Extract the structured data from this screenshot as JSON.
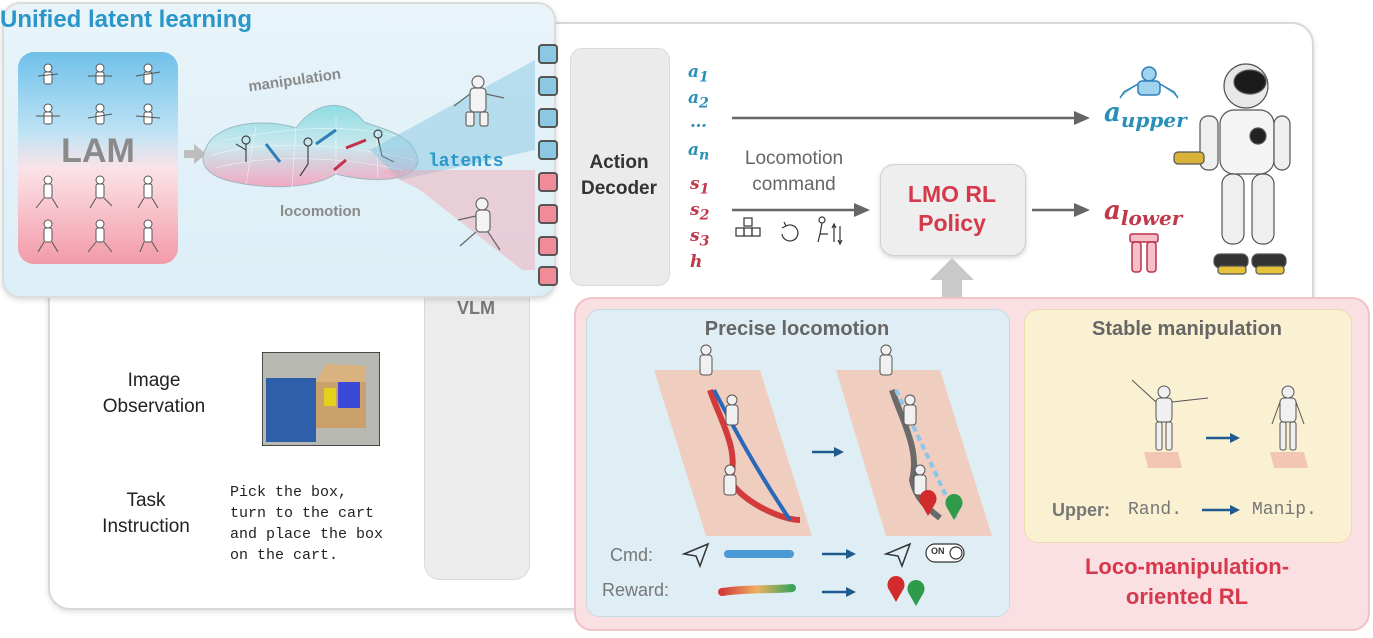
{
  "unified": {
    "title": "Unified latent learning",
    "lam": "LAM",
    "manipulation": "manipulation",
    "locomotion": "locomotion",
    "latents": "latents"
  },
  "vlm": {
    "label": "VLM"
  },
  "decoder": {
    "line1": "Action",
    "line2": "Decoder"
  },
  "actions": {
    "a1": "a",
    "a1_sub": "1",
    "a2": "a",
    "a2_sub": "2",
    "dots": "…",
    "an": "a",
    "an_sub": "n",
    "s1": "s",
    "s1_sub": "1",
    "s2": "s",
    "s2_sub": "2",
    "s3": "s",
    "s3_sub": "3",
    "h": "h"
  },
  "locomotion_command": {
    "line1": "Locomotion",
    "line2": "command"
  },
  "policy": {
    "line1": "LMO RL",
    "line2": "Policy"
  },
  "outputs": {
    "upper_a": "a",
    "upper_sub": "upper",
    "lower_a": "a",
    "lower_sub": "lower"
  },
  "inputs": {
    "image_label_1": "Image",
    "image_label_2": "Observation",
    "task_label_1": "Task",
    "task_label_2": "Instruction",
    "instruction_lines": [
      "Pick the box,",
      "turn to the cart",
      "and place the box",
      "on the cart."
    ]
  },
  "precise": {
    "title": "Precise locomotion",
    "cmd": "Cmd:",
    "reward": "Reward:",
    "on": "ON"
  },
  "stable": {
    "title": "Stable manipulation",
    "upper": "Upper:",
    "rand": "Rand.",
    "manip": "Manip."
  },
  "rl": {
    "line1": "Loco-manipulation-",
    "line2": "oriented RL"
  },
  "colors": {
    "blue": "#2b96c8",
    "red": "#d5394b",
    "latent_blue": "#8cc8e2",
    "latent_red": "#ef8c98"
  }
}
